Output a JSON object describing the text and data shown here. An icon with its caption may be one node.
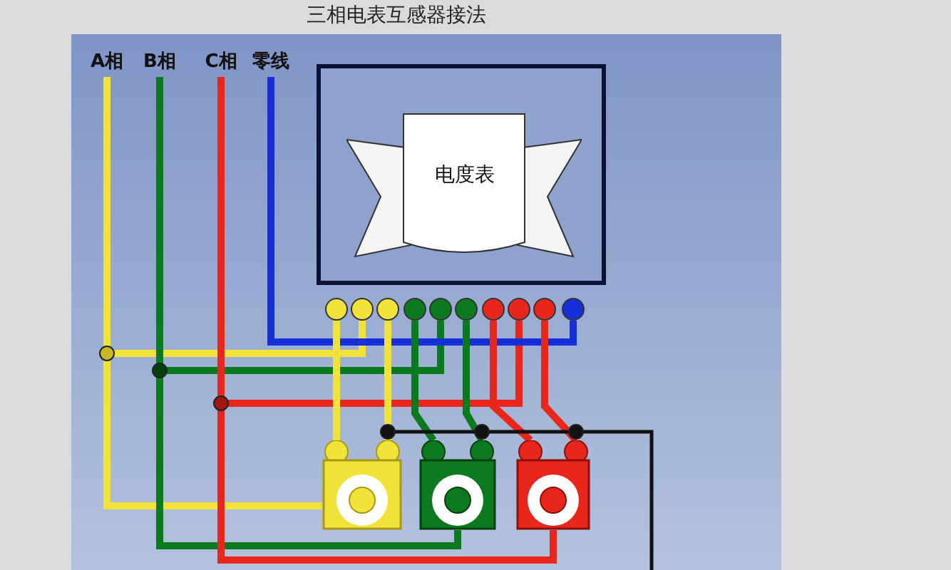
{
  "diagram": {
    "title": "三相电表互感器接法",
    "nodes": [
      {
        "text": [
          "A相"
        ]
      },
      {
        "text": [
          "B相"
        ]
      },
      {
        "text": [
          "C相"
        ]
      },
      {
        "text": [
          "零线"
        ]
      },
      {
        "text": [],
        "shape": "box"
      },
      {
        "text": [
          "电度表"
        ],
        "in": 4
      },
      {
        "text": [],
        "shape": "circle"
      },
      {
        "text": [],
        "shape": "circle"
      },
      {
        "text": [],
        "shape": "circle"
      },
      {
        "text": [],
        "shape": "circle"
      },
      {
        "text": [],
        "shape": "circle"
      },
      {
        "text": [],
        "shape": "circle"
      },
      {
        "text": [],
        "shape": "circle"
      },
      {
        "text": [],
        "shape": "circle"
      },
      {
        "text": [],
        "shape": "circle"
      },
      {
        "text": [],
        "shape": "circle"
      },
      {
        "text": [],
        "shape": "box"
      },
      {
        "text": [],
        "shape": "box"
      },
      {
        "text": [],
        "shape": "box"
      }
    ],
    "edges": [
      {
        "from": 0,
        "to": 16,
        "arrow": "none",
        "color": "#f2e33a"
      },
      {
        "from": 0,
        "to": 7,
        "arrow": "none",
        "color": "#f2e33a"
      },
      {
        "from": 1,
        "to": 17,
        "arrow": "none",
        "color": "#0b7a1f"
      },
      {
        "from": 1,
        "to": 10,
        "arrow": "none",
        "color": "#0b7a1f"
      },
      {
        "from": 2,
        "to": 18,
        "arrow": "none",
        "color": "#e8261c"
      },
      {
        "from": 2,
        "to": 13,
        "arrow": "none",
        "color": "#e8261c"
      },
      {
        "from": 3,
        "to": 15,
        "arrow": "none",
        "color": "#1530d8"
      },
      {
        "from": 6,
        "to": 16,
        "arrow": "none",
        "color": "#f2e33a"
      },
      {
        "from": 8,
        "to": 16,
        "arrow": "none",
        "color": "#f2e33a"
      },
      {
        "from": 9,
        "to": 17,
        "arrow": "none",
        "color": "#0b7a1f"
      },
      {
        "from": 11,
        "to": 17,
        "arrow": "none",
        "color": "#0b7a1f"
      },
      {
        "from": 12,
        "to": 18,
        "arrow": "none",
        "color": "#e8261c"
      },
      {
        "from": 14,
        "to": 18,
        "arrow": "none",
        "color": "#e8261c"
      }
    ]
  }
}
